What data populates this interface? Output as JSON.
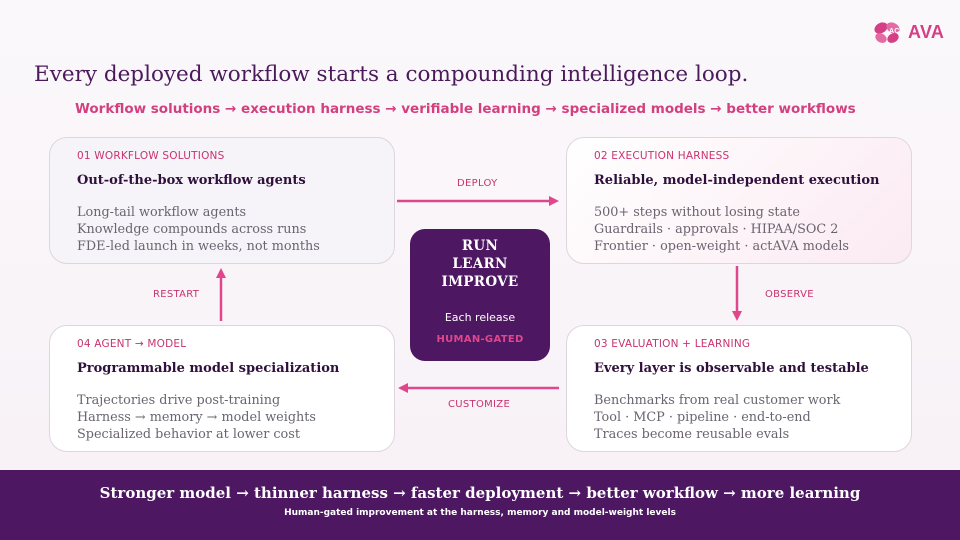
{
  "brand": {
    "prefix": "ACT",
    "name": "AVA",
    "accent": "#d43f86"
  },
  "headline": "Every deployed workflow starts a compounding intelligence loop.",
  "flow_line": "Workflow solutions  →  execution harness  →  verifiable learning  →  specialized models  →  better workflows",
  "cards": {
    "workflow": {
      "num": "01  WORKFLOW SOLUTIONS",
      "title": "Out-of-the-box workflow agents",
      "lines": [
        "Long-tail workflow agents",
        "Knowledge compounds across runs",
        "FDE-led launch in weeks, not months"
      ]
    },
    "harness": {
      "num": "02  EXECUTION HARNESS",
      "title": "Reliable, model-independent execution",
      "lines": [
        "500+ steps without losing state",
        "Guardrails · approvals · HIPAA/SOC 2",
        "Frontier · open-weight · actAVA models"
      ]
    },
    "evaluation": {
      "num": "03  EVALUATION + LEARNING",
      "title": "Every layer is observable and testable",
      "lines": [
        "Benchmarks from real customer work",
        "Tool · MCP · pipeline · end-to-end",
        "Traces become reusable evals"
      ]
    },
    "agent_model": {
      "num": "04  AGENT → MODEL",
      "title": "Programmable model specialization",
      "lines": [
        "Trajectories drive post-training",
        "Harness → memory → model weights",
        "Specialized behavior at lower cost"
      ]
    }
  },
  "edges": {
    "deploy": "DEPLOY",
    "observe": "OBSERVE",
    "customize": "CUSTOMIZE",
    "restart": "RESTART"
  },
  "center": {
    "words": [
      "RUN",
      "LEARN",
      "IMPROVE"
    ],
    "subtitle": "Each release",
    "badge": "HUMAN-GATED"
  },
  "footer": {
    "main": "Stronger model  →  thinner harness  →  faster deployment  →  better workflow  →  more learning",
    "sub": "Human-gated improvement at the harness, memory and model-weight levels"
  },
  "colors": {
    "accent": "#d2407f",
    "deep_purple": "#4e1762",
    "card_border": "#ded6df"
  }
}
